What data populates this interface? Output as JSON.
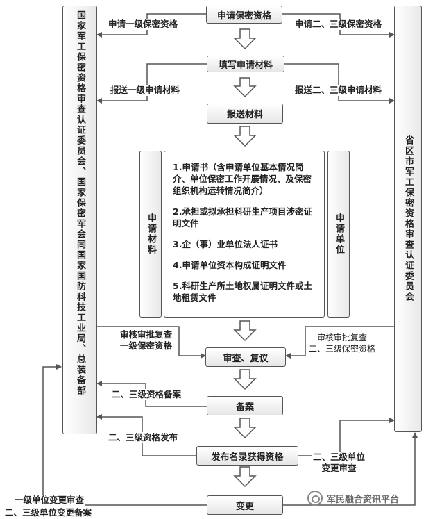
{
  "left_authority": "国家军工保密资格审查认证委员会、国家保密军会同国家国防科技工业局、总装备部",
  "right_authority": "省区市军工保密资格审查认证委员会",
  "steps": {
    "apply": "申请保密资格",
    "fill": "填写申请材料",
    "submit": "报送材料",
    "review": "审查、复议",
    "record": "备案",
    "publish": "发布名录获得资格",
    "change": "变更"
  },
  "side_labels": {
    "materials": "申请材料",
    "unit": "申请单位"
  },
  "materials_list": [
    "1.申请书（含申请单位基本情况简介、单位保密工作开展情况、及保密组织机构运转情况简介）",
    "2.承担或拟承担科研生产项目涉密证明文件",
    "3.企（事）业单位法人证书",
    "4.申请单位资本构成证明文件",
    "5.科研生产所土地权属证明文件或土地租赁文件"
  ],
  "edge_labels": {
    "apply_level1": "申请一级保密资格",
    "apply_level23": "申请二、三级保密资格",
    "submit_level1": "报送一级申请材料",
    "submit_level23": "报送二、三级申请材料",
    "review_level1_line1": "审核审批复查",
    "review_level1_line2": "一级保密资格",
    "review_level23_line1": "审核审批复查",
    "review_level23_line2": "二、三级保密资格",
    "record_level23": "二、三级资格备案",
    "publish_level23": "二、三级资格发布",
    "change_level23_line1": "二、三级单位",
    "change_level23_line2": "变更审查",
    "change_level1": "一级单位变更审查",
    "change_record23": "二、三级单位变更备案"
  },
  "watermark": "军民融合资讯平台"
}
